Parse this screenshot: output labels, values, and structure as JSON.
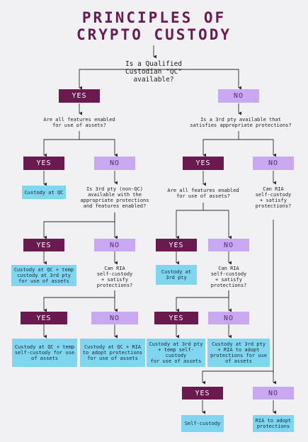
{
  "title": {
    "line1": "PRINCIPLES OF",
    "line2": "CRYPTO CUSTODY"
  },
  "colors": {
    "title": "#6b1a50",
    "yes_box": "#6b1a50",
    "no_box": "#c9a8f2",
    "result_box": "#7fd6ee",
    "background": "#f1f1f3"
  },
  "nodes": {
    "q_root": "Is a Qualified\nCustodian \"QC\"\navailable?",
    "yes_1": "YES",
    "no_1": "NO",
    "q_features_qc": "Are all features enabled\nfor use of assets?",
    "q_3rd_pty": "Is a 3rd pty available that\nsatisfies appropriate protections?",
    "yes_2a": "YES",
    "no_2a": "NO",
    "yes_2b": "YES",
    "no_2b": "NO",
    "res_custody_qc": "Custody at QC",
    "q_3rd_non_qc": "Is 3rd pty (non-QC)\navailable with the\nappropriate protections\nand features enabled?",
    "q_features_3rd": "Are all features enabled\nfor use of assets?",
    "q_ria_a": "Can RIA\nself-custody\n+ satisfy\nprotections?",
    "yes_3a": "YES",
    "no_3a": "NO",
    "yes_3b": "YES",
    "no_3b": "NO",
    "res_qc_temp_3rd": "Custody at QC + temp\ncustody at 3rd pty\nfor use of assets",
    "q_ria_b": "Can RIA\nself-custody\n+ satisfy\nprotections?",
    "res_custody_3rd": "Custody at\n3rd pty",
    "q_ria_c": "Can RIA\nself-custody\n+ satisfy\nprotections?",
    "yes_4a": "YES",
    "no_4a": "NO",
    "yes_4b": "YES",
    "no_4b": "NO",
    "res_qc_temp_self": "Custody at QC + temp\nself-custody for use\nof assets",
    "res_qc_ria": "Custody at QC + RIA\nto adopt protections\nfor use of assets",
    "res_3rd_temp_self": "Custody at 3rd pty\n+ temp self-custody\nfor use of assets",
    "res_3rd_ria": "Custody at 3rd pty\n+ RIA to adopt\nprotections for use\nof assets",
    "yes_5": "YES",
    "no_5": "NO",
    "res_self_custody": "Self-custody",
    "res_ria_adopt": "RIA to adopt\nprotections"
  }
}
